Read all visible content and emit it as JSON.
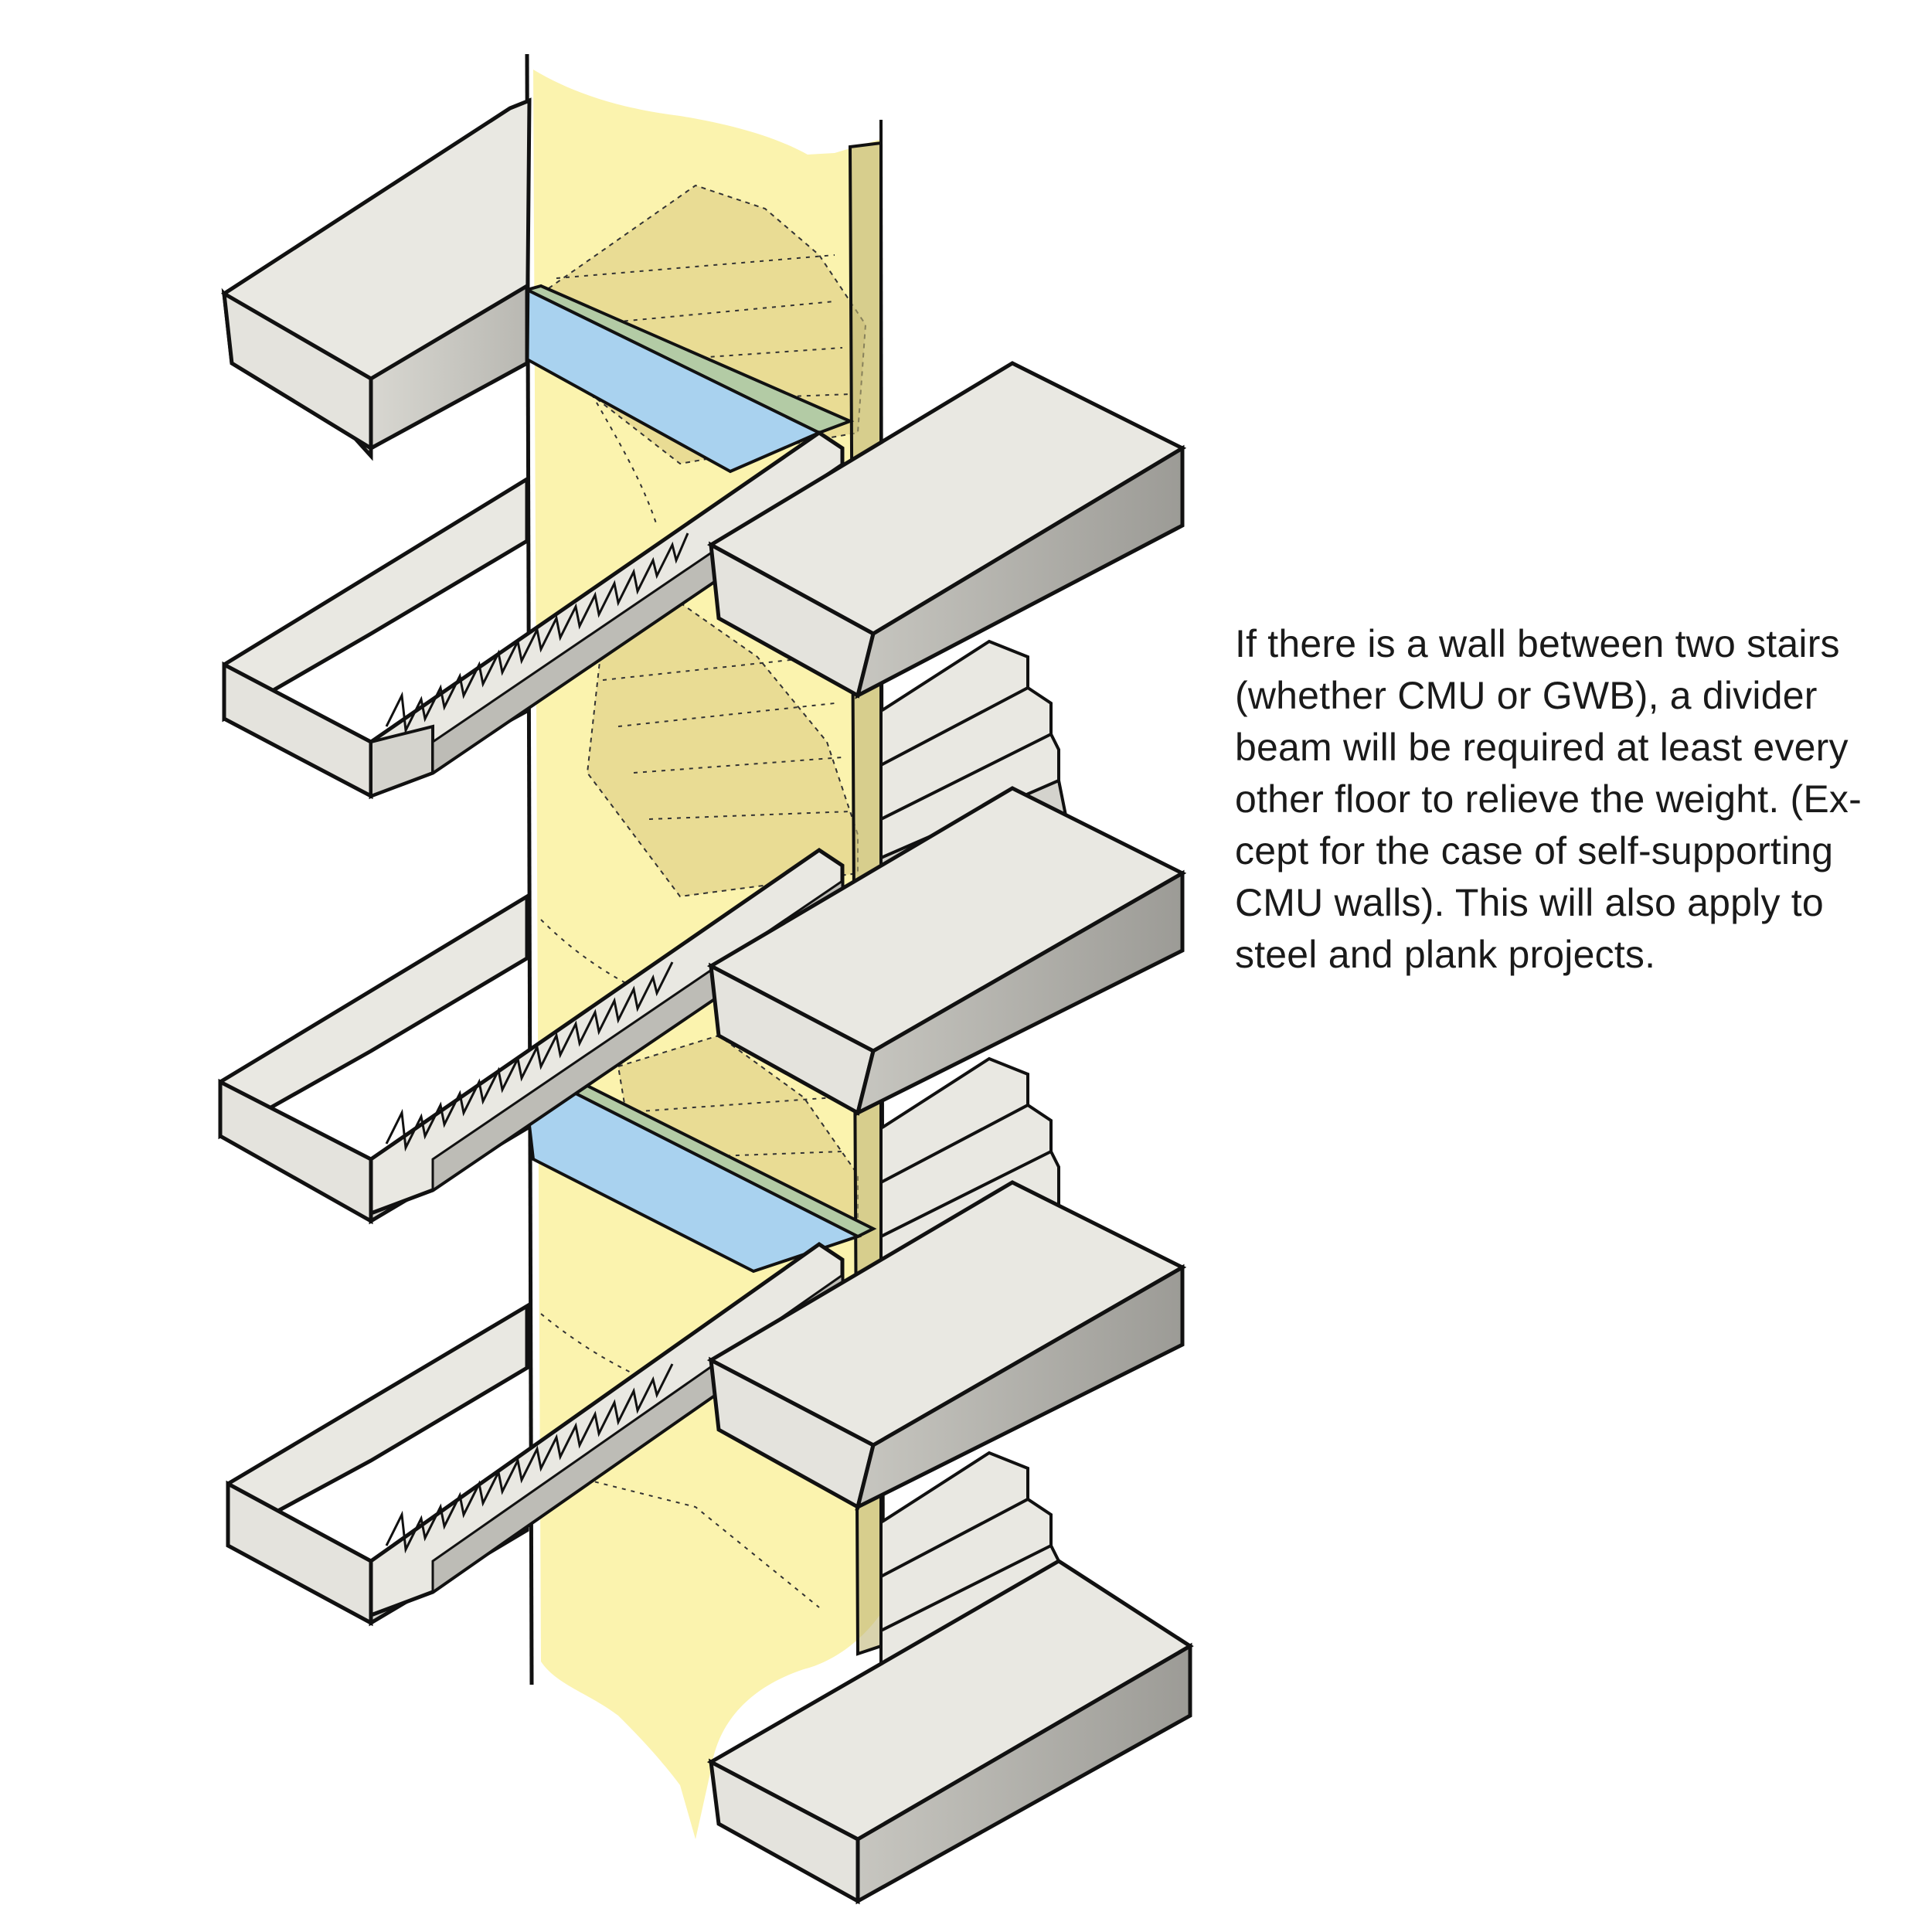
{
  "caption": {
    "lines": [
      "If there is a wall between two stairs",
      "(whether CMU or GWB), a divider",
      "beam will be required at least every",
      "other floor to relieve the weight. (Ex-",
      "cept for the case of self-supporting",
      "CMU walls). This will also apply to",
      "steel and plank projects."
    ]
  },
  "colors": {
    "wall_zone": "#fbf3ae",
    "wall_zone_shade": "#e9dc94",
    "divider_beam_face": "#a9d2ef",
    "divider_beam_top": "#b3cba5",
    "slab_top": "#e9e8e2",
    "slab_side": "#d4d3cd",
    "slab_shadow": "#a3a29d",
    "wall_edge": "#9b946a",
    "ink": "#111111"
  },
  "icons": [
    "stair-assembly-illustration"
  ]
}
